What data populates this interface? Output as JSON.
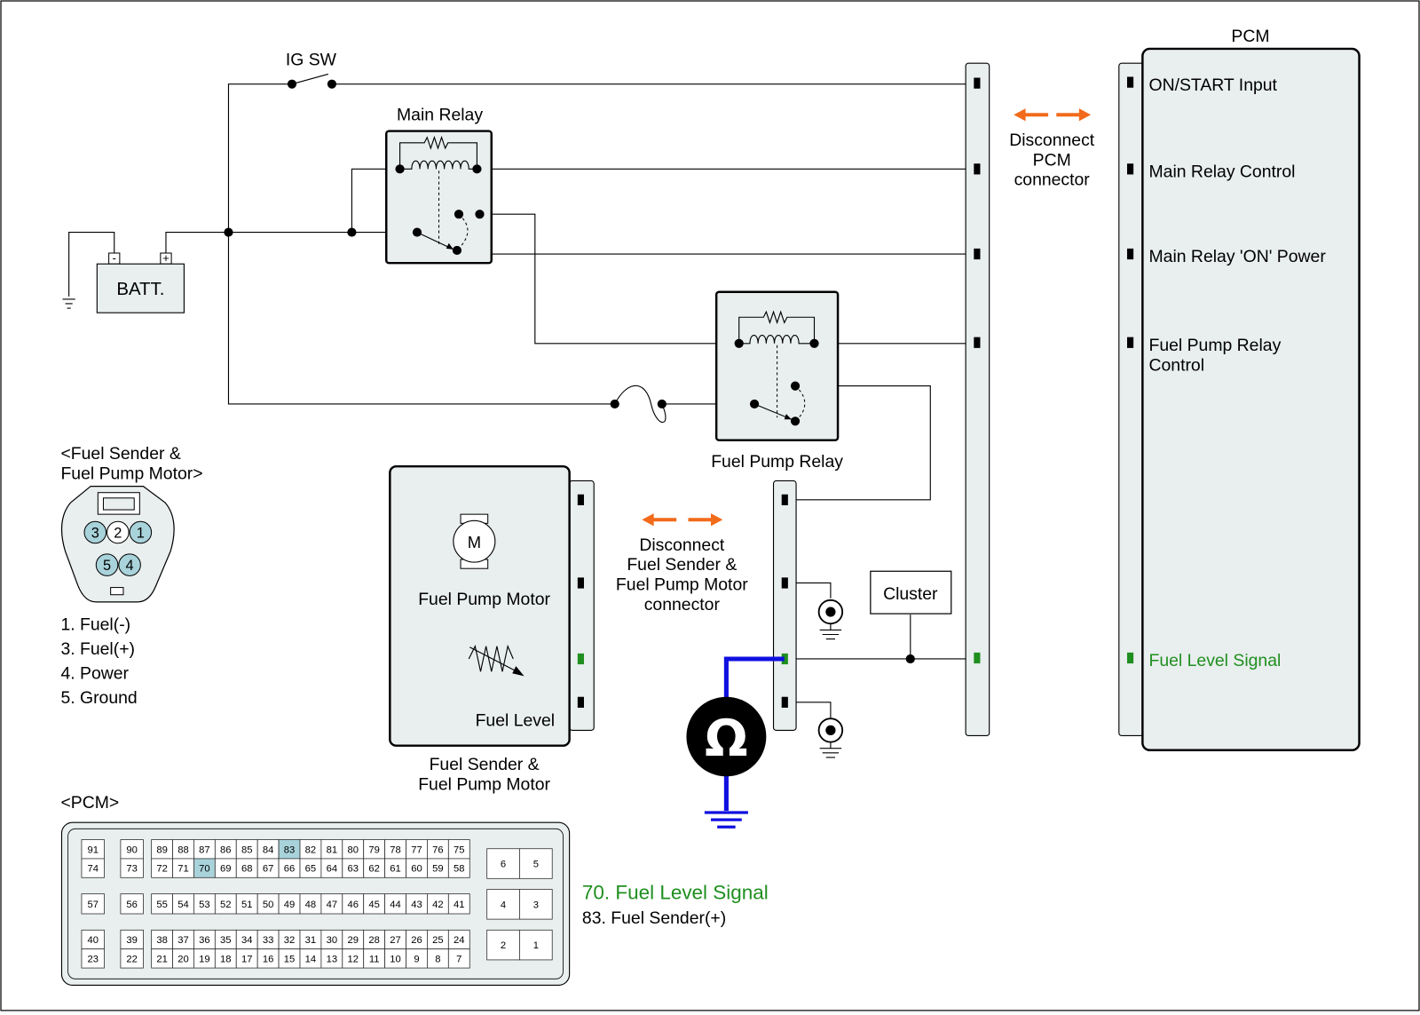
{
  "colors": {
    "signal_green": "#1f8f1f",
    "arrow_orange": "#f26a1b",
    "meter_blue": "#1010e0",
    "body_fill": "#e9eeee",
    "cell_highlight": "#a9d3db"
  },
  "labels": {
    "ig_sw": "IG SW",
    "main_relay": "Main Relay",
    "batt": "BATT.",
    "batt_neg": "-",
    "batt_pos": "+",
    "fuel_pump_relay": "Fuel Pump Relay",
    "pcm_title": "PCM",
    "cluster": "Cluster",
    "motor_symbol": "M",
    "fuel_pump_motor": "Fuel Pump Motor",
    "fuel_level": "Fuel Level",
    "module_caption": [
      "Fuel Sender &",
      "Fuel Pump Motor"
    ],
    "ohm_symbol": "Ω"
  },
  "pcm_pins": [
    {
      "lines": [
        "ON/START Input"
      ]
    },
    {
      "lines": [
        "Main Relay Control"
      ]
    },
    {
      "lines": [
        "Main Relay 'ON' Power"
      ]
    },
    {
      "lines": [
        "Fuel Pump Relay",
        "Control"
      ]
    },
    {
      "lines": [
        "Fuel Level Signal"
      ],
      "highlight": true
    }
  ],
  "notes": {
    "disconnect_pcm": [
      "Disconnect",
      "PCM",
      "connector"
    ],
    "disconnect_sender": [
      "Disconnect",
      "Fuel Sender &",
      "Fuel Pump Motor",
      "connector"
    ]
  },
  "sender_connector": {
    "title": [
      "<Fuel Sender &",
      "Fuel Pump Motor>"
    ],
    "pins_top": [
      "3",
      "2",
      "1"
    ],
    "pins_bottom": [
      "5",
      "4"
    ],
    "legend": [
      "1. Fuel(-)",
      "3. Fuel(+)",
      "4. Power",
      "5. Ground"
    ]
  },
  "pcm_connector": {
    "title": "<PCM>",
    "legend": [
      {
        "text": "70. Fuel Level Signal",
        "highlight": true
      },
      {
        "text": "83. Fuel Sender(+)",
        "highlight": false
      }
    ],
    "highlighted": [
      "70",
      "83"
    ],
    "groups": [
      [
        "91",
        "74"
      ],
      [
        "90",
        "73"
      ],
      [
        "89",
        "88",
        "87",
        "86",
        "85",
        "84",
        "83",
        "82",
        "81",
        "80",
        "79",
        "78",
        "77",
        "76",
        "75"
      ],
      [
        "72",
        "71",
        "70",
        "69",
        "68",
        "67",
        "66",
        "65",
        "64",
        "63",
        "62",
        "61",
        "60",
        "59",
        "58"
      ],
      [
        "57"
      ],
      [
        "56"
      ],
      [
        "55",
        "54",
        "53",
        "52",
        "51",
        "50",
        "49",
        "48",
        "47",
        "46",
        "45",
        "44",
        "43",
        "42",
        "41"
      ],
      [
        "40",
        "23"
      ],
      [
        "39",
        "22"
      ],
      [
        "38",
        "37",
        "36",
        "35",
        "34",
        "33",
        "32",
        "31",
        "30",
        "29",
        "28",
        "27",
        "26",
        "25",
        "24"
      ],
      [
        "21",
        "20",
        "19",
        "18",
        "17",
        "16",
        "15",
        "14",
        "13",
        "12",
        "11",
        "10",
        "9",
        "8",
        "7"
      ],
      [
        "6",
        "5"
      ],
      [
        "4",
        "3"
      ],
      [
        "2",
        "1"
      ]
    ]
  }
}
